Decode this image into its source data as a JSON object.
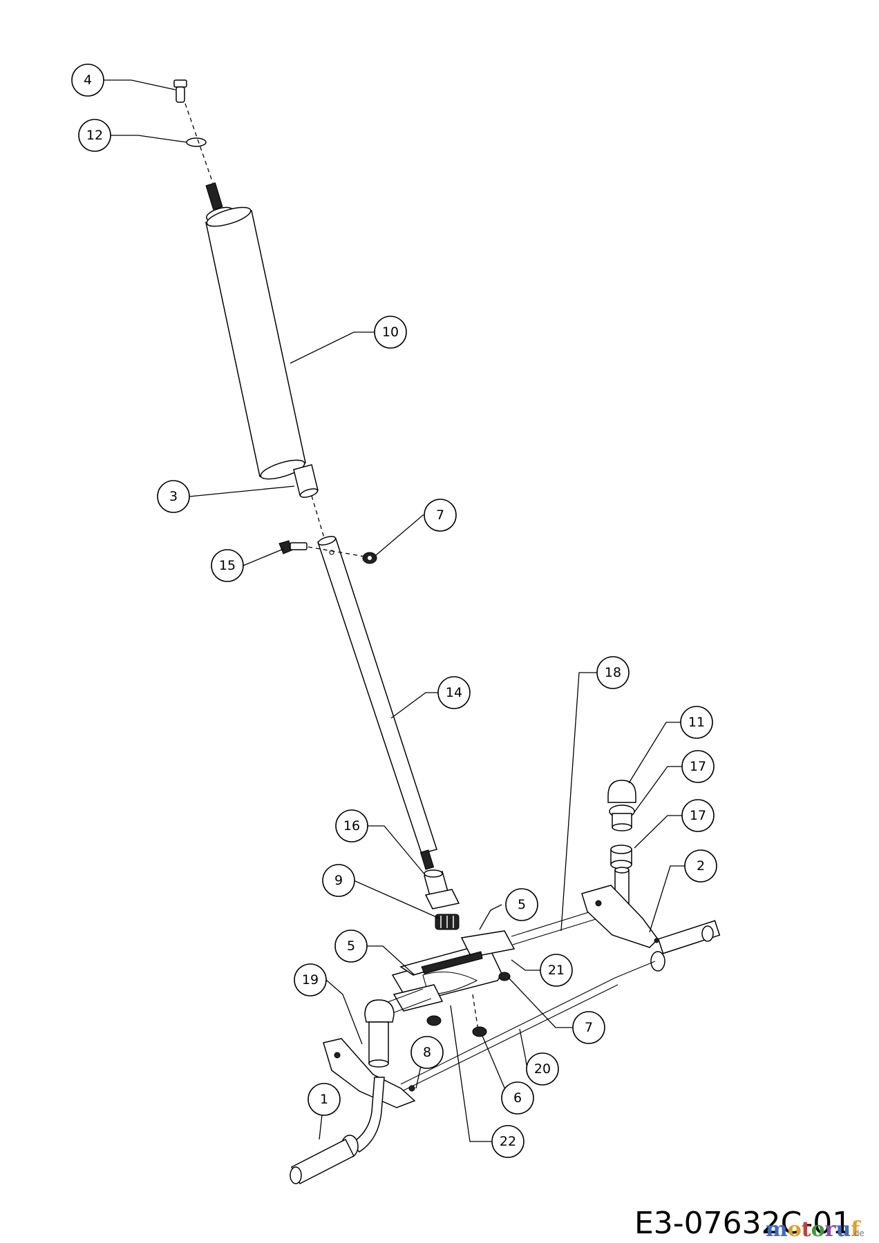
{
  "drawing_number": "E3-07632C-01",
  "watermark": {
    "text": "motoruf",
    "suffix": ".de"
  },
  "callouts": [
    {
      "id": "c4",
      "label": "4"
    },
    {
      "id": "c12",
      "label": "12"
    },
    {
      "id": "c10",
      "label": "10"
    },
    {
      "id": "c3",
      "label": "3"
    },
    {
      "id": "c7a",
      "label": "7"
    },
    {
      "id": "c15",
      "label": "15"
    },
    {
      "id": "c14",
      "label": "14"
    },
    {
      "id": "c18",
      "label": "18"
    },
    {
      "id": "c11",
      "label": "11"
    },
    {
      "id": "c17a",
      "label": "17"
    },
    {
      "id": "c17b",
      "label": "17"
    },
    {
      "id": "c16",
      "label": "16"
    },
    {
      "id": "c9",
      "label": "9"
    },
    {
      "id": "c5a",
      "label": "5"
    },
    {
      "id": "c2",
      "label": "2"
    },
    {
      "id": "c5b",
      "label": "5"
    },
    {
      "id": "c21",
      "label": "21"
    },
    {
      "id": "c19",
      "label": "19"
    },
    {
      "id": "c7b",
      "label": "7"
    },
    {
      "id": "c8",
      "label": "8"
    },
    {
      "id": "c20",
      "label": "20"
    },
    {
      "id": "c1",
      "label": "1"
    },
    {
      "id": "c6",
      "label": "6"
    },
    {
      "id": "c22",
      "label": "22"
    }
  ]
}
